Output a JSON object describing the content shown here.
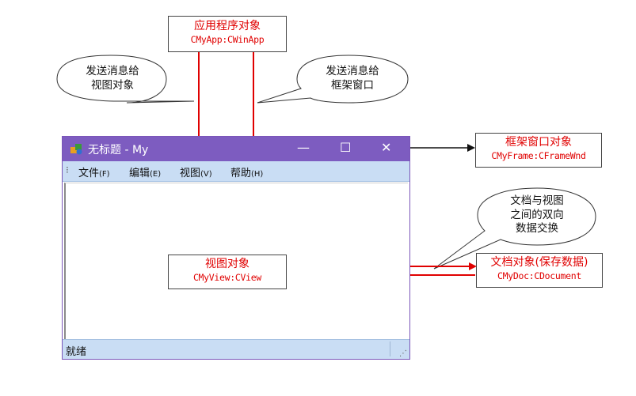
{
  "annotations": {
    "app": {
      "title": "应用程序对象",
      "class": "CMyApp:CWinApp"
    },
    "frame": {
      "title": "框架窗口对象",
      "class": "CMyFrame:CFrameWnd"
    },
    "view": {
      "title": "视图对象",
      "class": "CMyView:CView"
    },
    "doc": {
      "title": "文档对象(保存数据)",
      "class": "CMyDoc:CDocument"
    }
  },
  "bubbles": {
    "send_view": [
      "发送消息给",
      "视图对象"
    ],
    "send_frame": [
      "发送消息给",
      "框架窗口"
    ],
    "doc_view": [
      "文档与视图",
      "之间的双向",
      "数据交换"
    ]
  },
  "window": {
    "title": "无标题 - My",
    "controls": {
      "minimize": "—",
      "maximize": "☐",
      "close": "✕"
    },
    "menu": [
      {
        "label": "文件",
        "accel": "(F)"
      },
      {
        "label": "编辑",
        "accel": "(E)"
      },
      {
        "label": "视图",
        "accel": "(V)"
      },
      {
        "label": "帮助",
        "accel": "(H)"
      }
    ],
    "status": "就绪"
  },
  "colors": {
    "arrow_red": "#e00000",
    "title_bar": "#7d5cc0",
    "menu_bg": "#c9ddf4"
  }
}
